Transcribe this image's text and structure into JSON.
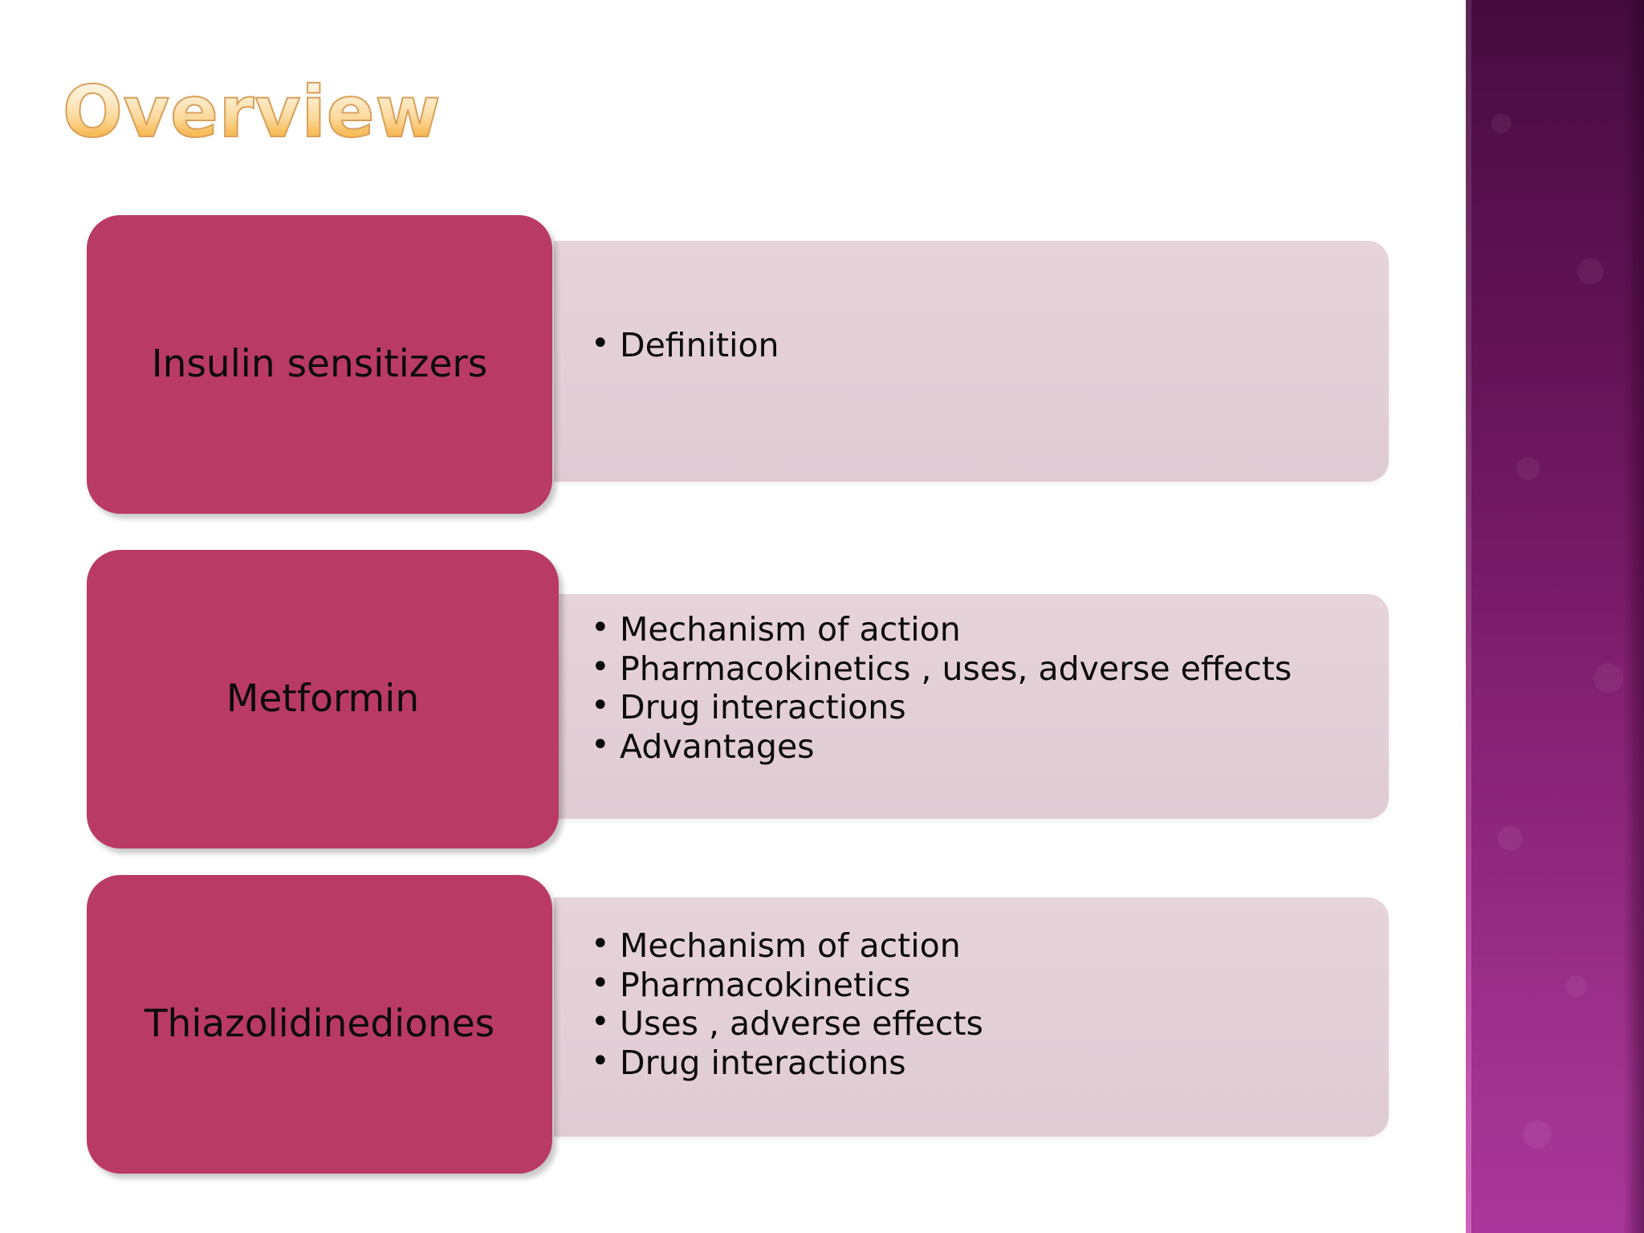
{
  "slide": {
    "title": "Overview",
    "accent_pink": "#BA3A66",
    "panel_pink": "#E3CFD6",
    "band_top": "#450C3E",
    "band_bottom": "#A8369A",
    "title_gradient_top": "#FFF8EC",
    "title_gradient_bottom": "#F6B243",
    "title_outline": "#D9A05B"
  },
  "rows": [
    {
      "label": "Insulin sensitizers",
      "bullets": [
        "Definition"
      ]
    },
    {
      "label": "Metformin",
      "bullets": [
        "Mechanism of action",
        "Pharmacokinetics , uses, adverse effects",
        "Drug interactions",
        "Advantages"
      ]
    },
    {
      "label": "Thiazolidinediones",
      "bullets": [
        "Mechanism of action",
        "Pharmacokinetics",
        "Uses , adverse effects",
        "Drug interactions"
      ]
    }
  ]
}
